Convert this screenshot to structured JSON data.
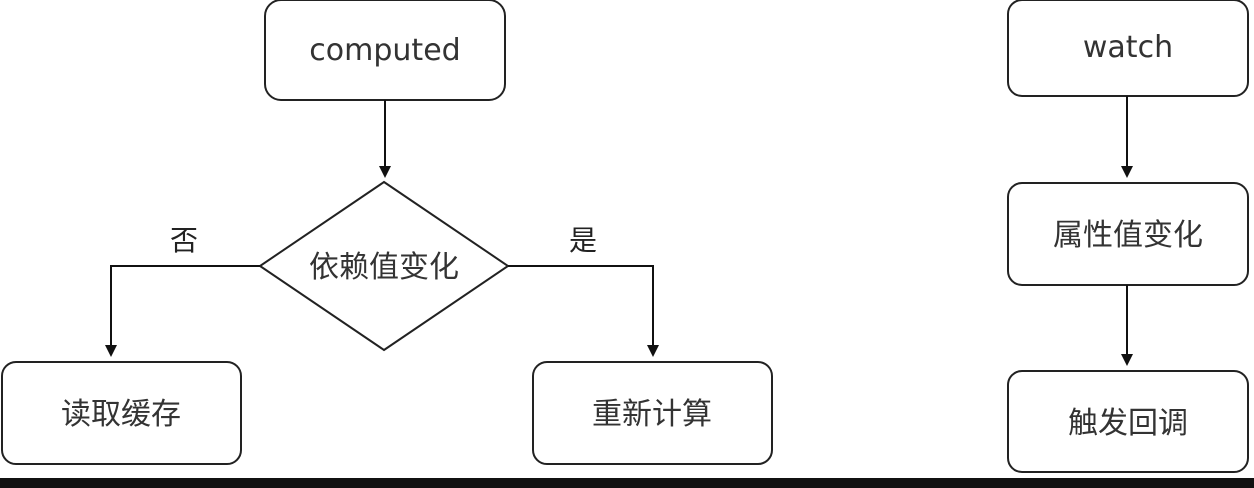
{
  "nodes": {
    "computed": "computed",
    "dependency_changed": "依赖值变化",
    "read_cache": "读取缓存",
    "recompute": "重新计算",
    "watch": "watch",
    "property_changed": "属性值变化",
    "trigger_callback": "触发回调"
  },
  "edge_labels": {
    "no": "否",
    "yes": "是"
  }
}
